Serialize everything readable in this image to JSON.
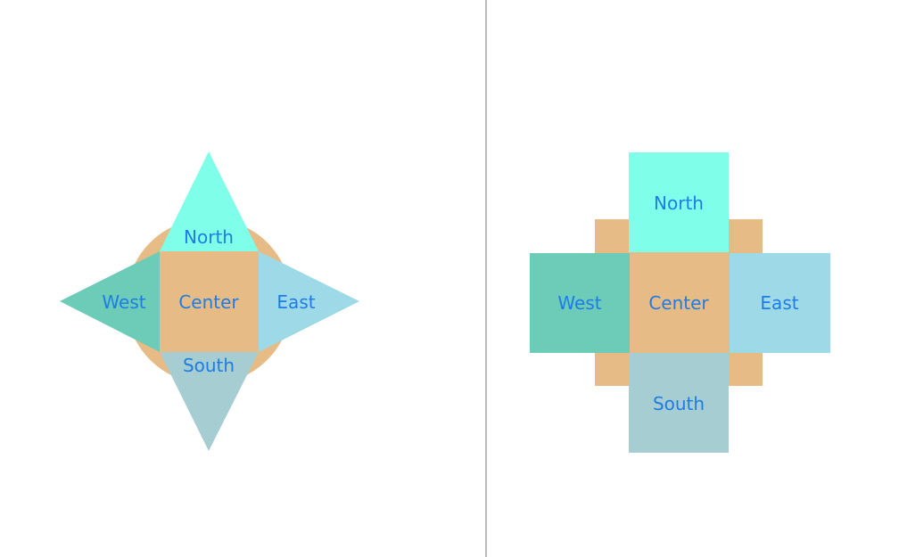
{
  "colors": {
    "north": "#7FFFE9",
    "south": "#A6CDD2",
    "east": "#9DD9E6",
    "west": "#6DCCB8",
    "center": "#E6BB86",
    "label": "#1E7CE6"
  },
  "left_panel": {
    "north_label": "North",
    "south_label": "South",
    "east_label": "East",
    "west_label": "West",
    "center_label": "Center"
  },
  "right_panel": {
    "north_label": "North",
    "south_label": "South",
    "east_label": "East",
    "west_label": "West",
    "center_label": "Center"
  }
}
